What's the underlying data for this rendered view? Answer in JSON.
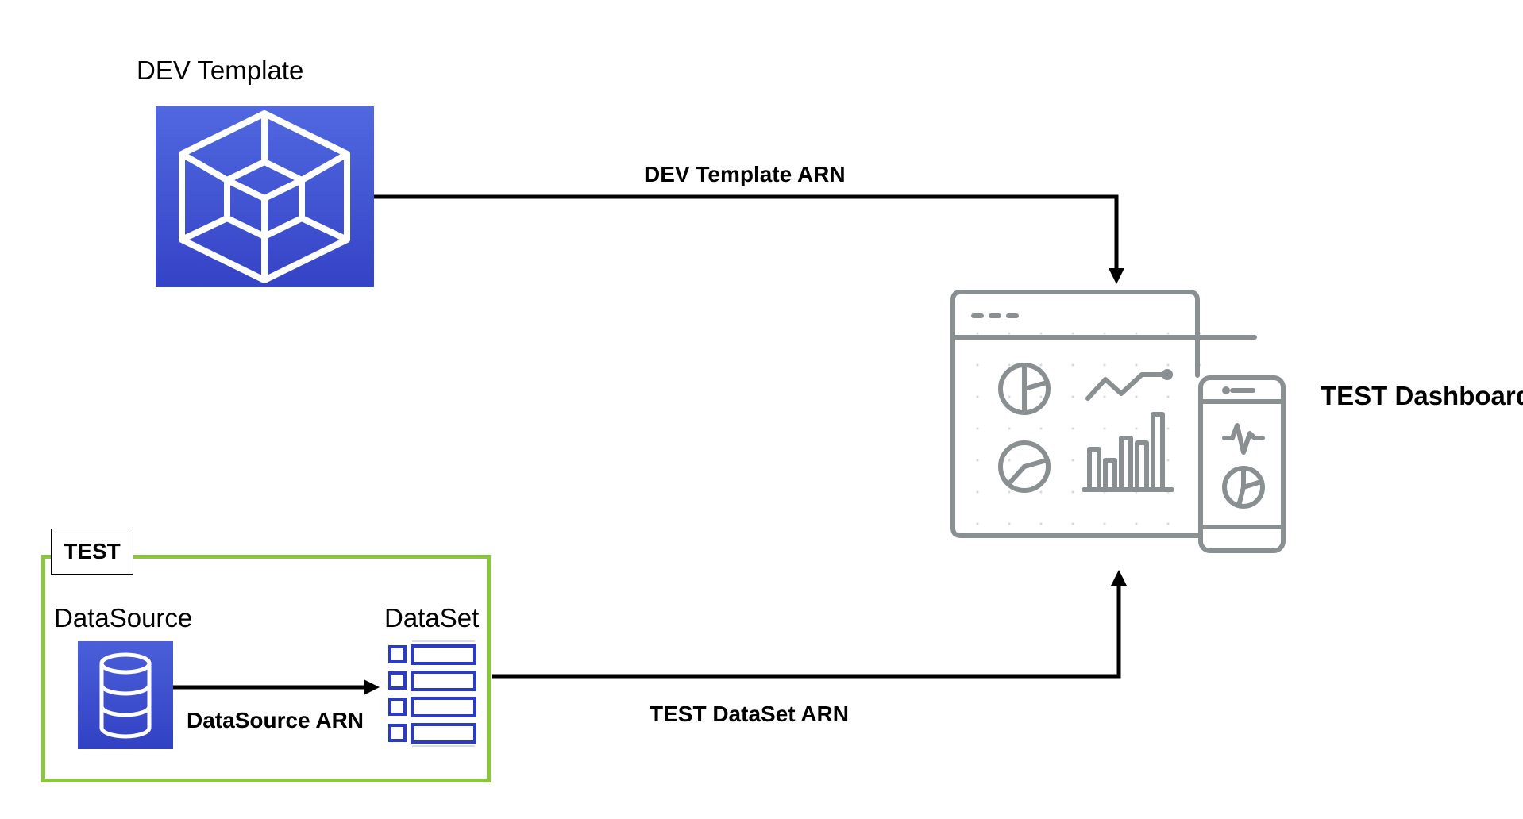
{
  "nodes": {
    "dev_template": {
      "label": "DEV Template",
      "color": "#4a5fd9",
      "icon": "cube-in-hexagon-icon"
    },
    "test_dashboard": {
      "label": "TEST Dashboard",
      "icon": "dashboard-with-mobile-icon",
      "stroke_color": "#8a8f91"
    },
    "datasource": {
      "label": "DataSource",
      "color": "#3f52d6",
      "icon": "database-icon"
    },
    "dataset": {
      "label": "DataSet",
      "color": "#2b3bc4",
      "icon": "table-list-icon"
    }
  },
  "groups": {
    "test": {
      "label": "TEST",
      "border_color": "#8cc63f"
    }
  },
  "edges": {
    "dev_template_arn": {
      "label": "DEV Template ARN"
    },
    "test_dataset_arn": {
      "label": "TEST DataSet ARN"
    },
    "datasource_arn": {
      "label": "DataSource ARN"
    }
  }
}
